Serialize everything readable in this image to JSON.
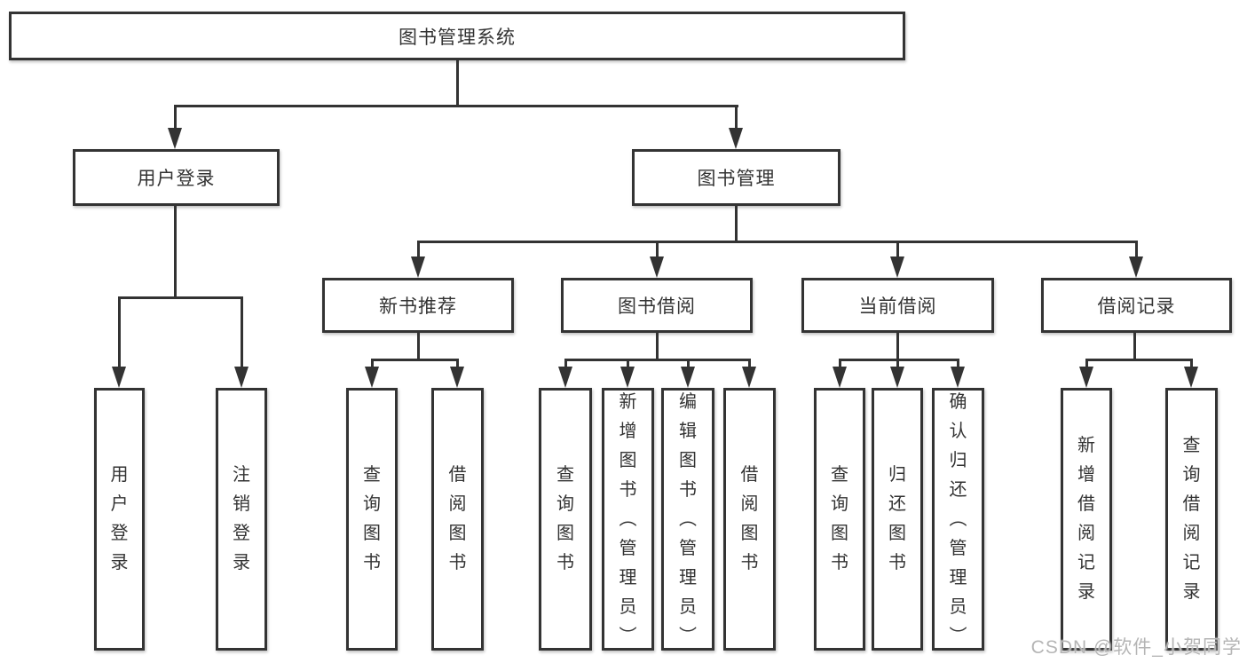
{
  "tree": {
    "label": "图书管理系统",
    "children": [
      {
        "label": "用户登录",
        "children": [
          {
            "label": "用户登录"
          },
          {
            "label": "注销登录"
          }
        ]
      },
      {
        "label": "图书管理",
        "children": [
          {
            "label": "新书推荐",
            "children": [
              {
                "label": "查询图书"
              },
              {
                "label": "借阅图书"
              }
            ]
          },
          {
            "label": "图书借阅",
            "children": [
              {
                "label": "查询图书"
              },
              {
                "label": "新增图书（管理员）"
              },
              {
                "label": "编辑图书（管理员）"
              },
              {
                "label": "借阅图书"
              }
            ]
          },
          {
            "label": "当前借阅",
            "children": [
              {
                "label": "查询图书"
              },
              {
                "label": "归还图书"
              },
              {
                "label": "确认归还（管理员）"
              }
            ]
          },
          {
            "label": "借阅记录",
            "children": [
              {
                "label": "新增借阅记录"
              },
              {
                "label": "查询借阅记录"
              }
            ]
          }
        ]
      }
    ]
  },
  "watermark": "CSDN @软件_小贺同学",
  "colors": {
    "line": "#333333",
    "box_bg": "#ffffff",
    "text": "#333333",
    "watermark": "#b5b5b5"
  }
}
